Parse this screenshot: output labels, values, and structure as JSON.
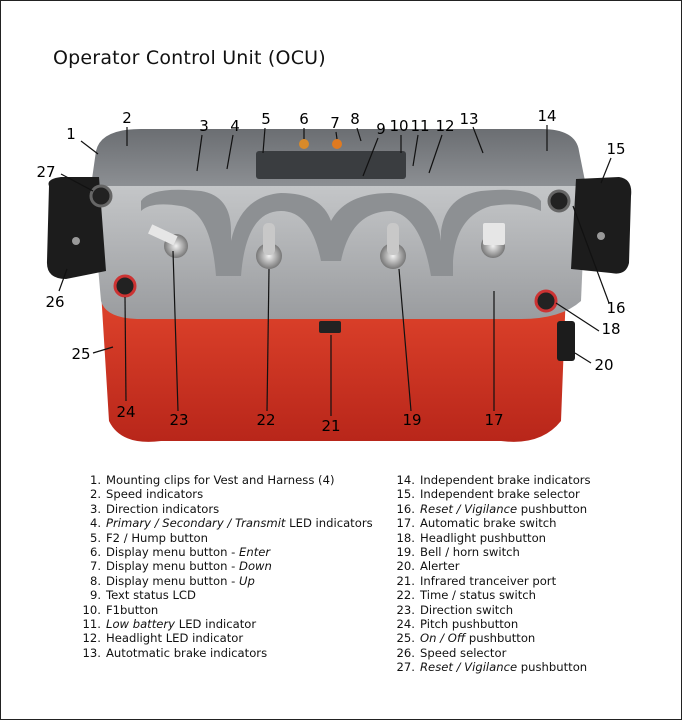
{
  "title": "Operator Control Unit (OCU)",
  "callouts": [
    "1",
    "2",
    "3",
    "4",
    "5",
    "6",
    "7",
    "8",
    "9",
    "10",
    "11",
    "12",
    "13",
    "14",
    "15",
    "16",
    "17",
    "18",
    "19",
    "20",
    "21",
    "22",
    "23",
    "24",
    "25",
    "26",
    "27"
  ],
  "legend_left": [
    {
      "n": "1.",
      "parts": [
        {
          "t": "Mounting clips for Vest and Harness (4)"
        }
      ]
    },
    {
      "n": "2.",
      "parts": [
        {
          "t": "Speed indicators"
        }
      ]
    },
    {
      "n": "3.",
      "parts": [
        {
          "t": "Direction indicators"
        }
      ]
    },
    {
      "n": "4.",
      "parts": [
        {
          "t": "Primary / Secondary / Transmit",
          "i": true
        },
        {
          "t": " LED indicators"
        }
      ]
    },
    {
      "n": "5.",
      "parts": [
        {
          "t": "F2 / Hump button"
        }
      ]
    },
    {
      "n": "6.",
      "parts": [
        {
          "t": "Display menu button - "
        },
        {
          "t": "Enter",
          "i": true
        }
      ]
    },
    {
      "n": "7.",
      "parts": [
        {
          "t": "Display menu button - "
        },
        {
          "t": "Down",
          "i": true
        }
      ]
    },
    {
      "n": "8.",
      "parts": [
        {
          "t": "Display menu button - "
        },
        {
          "t": "Up",
          "i": true
        }
      ]
    },
    {
      "n": "9.",
      "parts": [
        {
          "t": "Text status LCD"
        }
      ]
    },
    {
      "n": "10.",
      "parts": [
        {
          "t": "F1button"
        }
      ]
    },
    {
      "n": "11.",
      "parts": [
        {
          "t": "Low battery",
          "i": true
        },
        {
          "t": " LED indicator"
        }
      ]
    },
    {
      "n": "12.",
      "parts": [
        {
          "t": "Headlight LED indicator"
        }
      ]
    },
    {
      "n": "13.",
      "parts": [
        {
          "t": "Autotmatic brake indicators"
        }
      ]
    }
  ],
  "legend_right": [
    {
      "n": "14.",
      "parts": [
        {
          "t": "Independent brake indicators"
        }
      ]
    },
    {
      "n": "15.",
      "parts": [
        {
          "t": "Independent brake selector"
        }
      ]
    },
    {
      "n": "16.",
      "parts": [
        {
          "t": "Reset / Vigilance",
          "i": true
        },
        {
          "t": " pushbutton"
        }
      ]
    },
    {
      "n": "17.",
      "parts": [
        {
          "t": "Automatic brake switch"
        }
      ]
    },
    {
      "n": "18.",
      "parts": [
        {
          "t": "Headlight pushbutton"
        }
      ]
    },
    {
      "n": "19.",
      "parts": [
        {
          "t": "Bell / horn switch"
        }
      ]
    },
    {
      "n": "20.",
      "parts": [
        {
          "t": "Alerter"
        }
      ]
    },
    {
      "n": "21.",
      "parts": [
        {
          "t": "Infrared tranceiver port"
        }
      ]
    },
    {
      "n": "22.",
      "parts": [
        {
          "t": "Time / status switch"
        }
      ]
    },
    {
      "n": "23.",
      "parts": [
        {
          "t": "Direction switch"
        }
      ]
    },
    {
      "n": "24.",
      "parts": [
        {
          "t": "Pitch pushbutton"
        }
      ]
    },
    {
      "n": "25.",
      "parts": [
        {
          "t": "On / Off",
          "i": true
        },
        {
          "t": " pushbutton"
        }
      ]
    },
    {
      "n": "26.",
      "parts": [
        {
          "t": "Speed selector"
        }
      ]
    },
    {
      "n": "27.",
      "parts": [
        {
          "t": "Reset / Vigilance",
          "i": true
        },
        {
          "t": " pushbutton"
        }
      ]
    }
  ],
  "colors": {
    "housing_red": "#d8331f",
    "housing_grey": "#a9abad",
    "clip_black": "#1c1c1c"
  }
}
